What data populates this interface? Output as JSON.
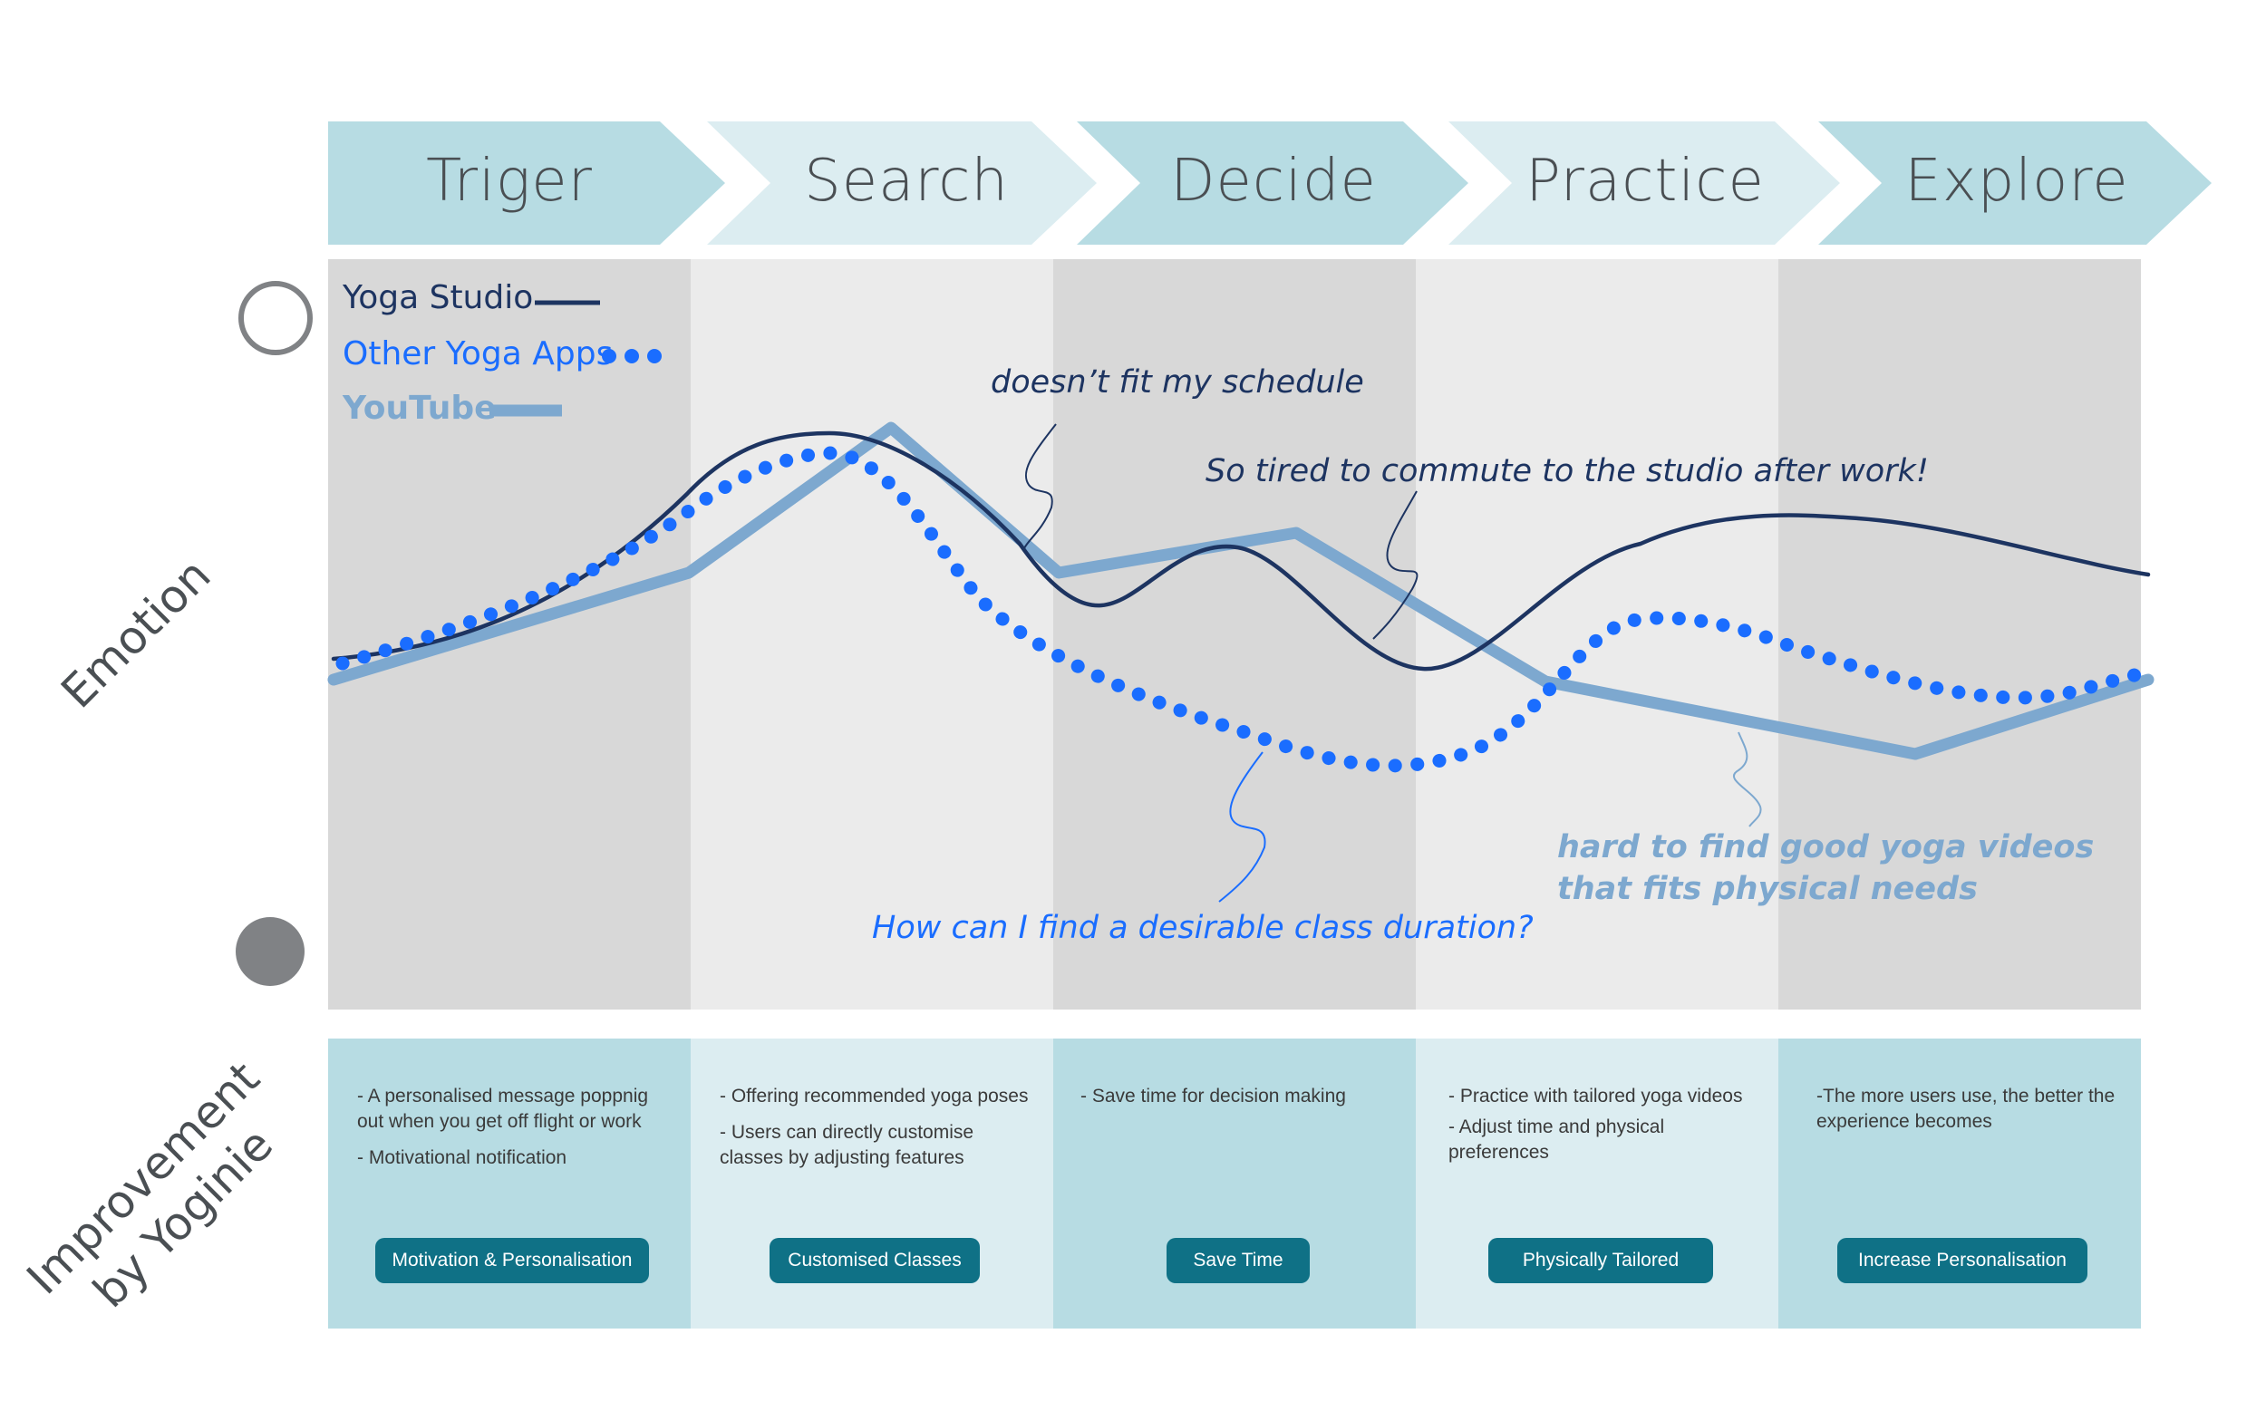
{
  "stages": [
    {
      "label": "Triger"
    },
    {
      "label": "Search"
    },
    {
      "label": "Decide"
    },
    {
      "label": "Practice"
    },
    {
      "label": "Explore"
    }
  ],
  "side_labels": {
    "emotion": "Emotion",
    "improvement_line1": "Improvement",
    "improvement_line2": "by Yoginie"
  },
  "icons": {
    "happy": "smiley-face-icon",
    "sad": "sad-face-icon"
  },
  "colors": {
    "stage_dark": "#b7dce3",
    "stage_light": "#dcedf1",
    "panel_dark": "#d8d8d8",
    "panel_light": "#ebebeb",
    "yoga_studio": "#1d3461",
    "other_apps": "#1a6dff",
    "youtube": "#7da8cf",
    "button": "#0f7186"
  },
  "legend": [
    {
      "name": "Yoga Studio",
      "style": "thin solid line"
    },
    {
      "name": "Other Yoga Apps",
      "style": "dotted line"
    },
    {
      "name": "YouTube",
      "style": "thick solid line"
    }
  ],
  "annotations": {
    "schedule": "doesn’t fit my schedule",
    "commute": "So tired to commute to the studio after work!",
    "duration": "How can I find a desirable class duration?",
    "videos_line1": "hard to find good yoga videos",
    "videos_line2": "that fits physical needs"
  },
  "improvements": [
    {
      "points": [
        "- A personalised message poppnig out when you get off flight or work",
        "- Motivational notification"
      ],
      "button": "Motivation & Personalisation"
    },
    {
      "points": [
        "- Offering recommended yoga poses",
        "- Users can directly customise classes by adjusting features"
      ],
      "button": "Customised Classes"
    },
    {
      "points": [
        "- Save time for decision making"
      ],
      "button": "Save Time"
    },
    {
      "points": [
        "- Practice with tailored yoga videos",
        "- Adjust time and physical preferences"
      ],
      "button": "Physically Tailored"
    },
    {
      "points": [
        "-The more users use, the better the experience becomes"
      ],
      "button": "Increase Personalisation"
    }
  ]
}
